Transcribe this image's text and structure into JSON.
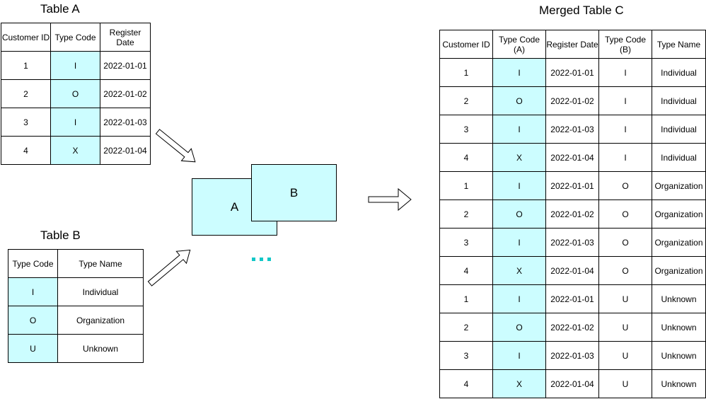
{
  "table_a": {
    "title": "Table A",
    "headers": [
      "Customer ID",
      "Type Code",
      "Register Date"
    ],
    "rows": [
      [
        "1",
        "I",
        "2022-01-01"
      ],
      [
        "2",
        "O",
        "2022-01-02"
      ],
      [
        "3",
        "I",
        "2022-01-03"
      ],
      [
        "4",
        "X",
        "2022-01-04"
      ]
    ]
  },
  "table_b": {
    "title": "Table B",
    "headers": [
      "Type Code",
      "Type Name"
    ],
    "rows": [
      [
        "I",
        "Individual"
      ],
      [
        "O",
        "Organization"
      ],
      [
        "U",
        "Unknown"
      ]
    ]
  },
  "merge_boxes": {
    "a_label": "A",
    "b_label": "B"
  },
  "table_c": {
    "title": "Merged Table C",
    "headers": [
      "Customer ID",
      "Type Code (A)",
      "Register Date",
      "Type Code (B)",
      "Type Name"
    ],
    "rows": [
      [
        "1",
        "I",
        "2022-01-01",
        "I",
        "Individual"
      ],
      [
        "2",
        "O",
        "2022-01-02",
        "I",
        "Individual"
      ],
      [
        "3",
        "I",
        "2022-01-03",
        "I",
        "Individual"
      ],
      [
        "4",
        "X",
        "2022-01-04",
        "I",
        "Individual"
      ],
      [
        "1",
        "I",
        "2022-01-01",
        "O",
        "Organization"
      ],
      [
        "2",
        "O",
        "2022-01-02",
        "O",
        "Organization"
      ],
      [
        "3",
        "I",
        "2022-01-03",
        "O",
        "Organization"
      ],
      [
        "4",
        "X",
        "2022-01-04",
        "O",
        "Organization"
      ],
      [
        "1",
        "I",
        "2022-01-01",
        "U",
        "Unknown"
      ],
      [
        "2",
        "O",
        "2022-01-02",
        "U",
        "Unknown"
      ],
      [
        "3",
        "I",
        "2022-01-03",
        "U",
        "Unknown"
      ],
      [
        "4",
        "X",
        "2022-01-04",
        "U",
        "Unknown"
      ]
    ]
  },
  "colors": {
    "highlight": "#ccfdff",
    "dots": "#13c7c7",
    "border": "#000000"
  }
}
